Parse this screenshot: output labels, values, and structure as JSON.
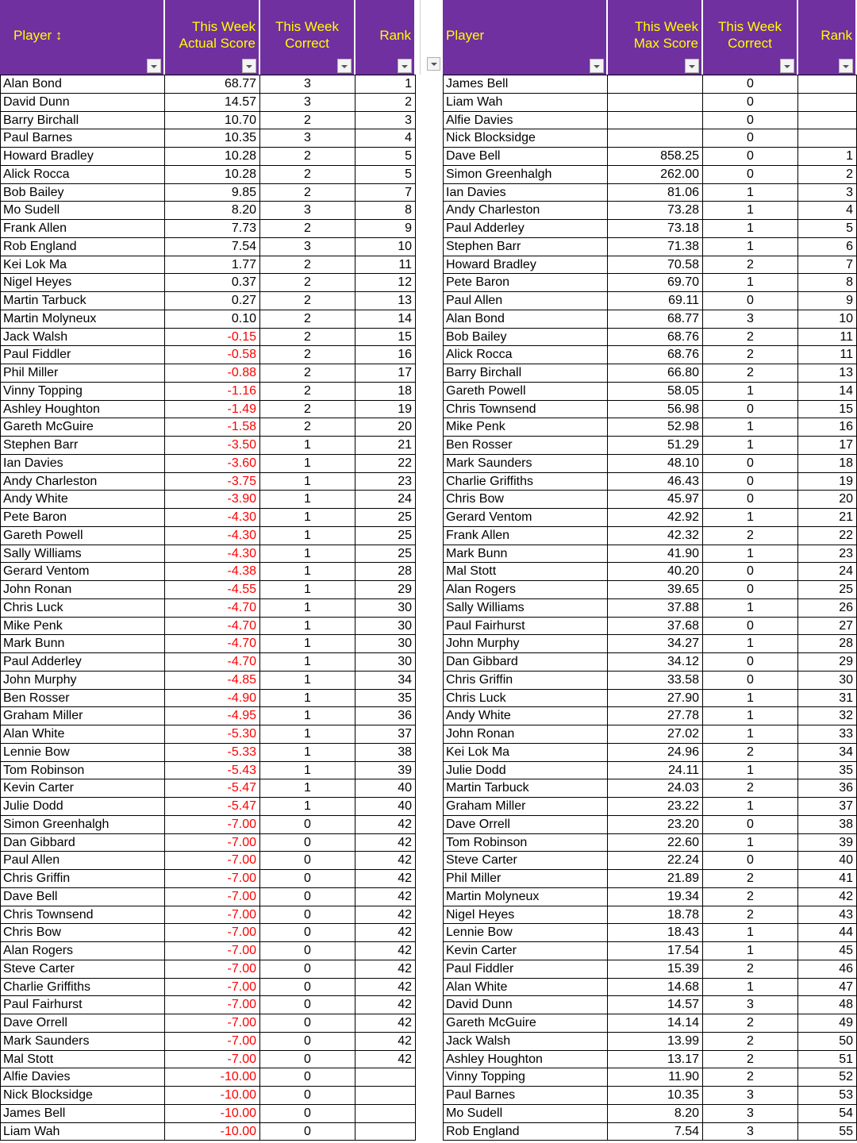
{
  "colors": {
    "header_bg": "#7030a0",
    "header_text": "#ffff00",
    "negative_text": "#ff0000",
    "grid": "#000000"
  },
  "icons": {
    "filter": "chevron-down-icon"
  },
  "left_table": {
    "headers": {
      "player": "Player ↕",
      "score": "This Week\nActual Score",
      "correct": "This Week\nCorrect",
      "rank": "Rank"
    },
    "rows": [
      [
        "Alan Bond",
        "68.77",
        "3",
        "1"
      ],
      [
        "David Dunn",
        "14.57",
        "3",
        "2"
      ],
      [
        "Barry Birchall",
        "10.70",
        "2",
        "3"
      ],
      [
        "Paul Barnes",
        "10.35",
        "3",
        "4"
      ],
      [
        "Howard Bradley",
        "10.28",
        "2",
        "5"
      ],
      [
        "Alick Rocca",
        "10.28",
        "2",
        "5"
      ],
      [
        "Bob Bailey",
        "9.85",
        "2",
        "7"
      ],
      [
        "Mo Sudell",
        "8.20",
        "3",
        "8"
      ],
      [
        "Frank Allen",
        "7.73",
        "2",
        "9"
      ],
      [
        "Rob England",
        "7.54",
        "3",
        "10"
      ],
      [
        "Kei Lok Ma",
        "1.77",
        "2",
        "11"
      ],
      [
        "Nigel Heyes",
        "0.37",
        "2",
        "12"
      ],
      [
        "Martin Tarbuck",
        "0.27",
        "2",
        "13"
      ],
      [
        "Martin Molyneux",
        "0.10",
        "2",
        "14"
      ],
      [
        "Jack Walsh",
        "-0.15",
        "2",
        "15"
      ],
      [
        "Paul Fiddler",
        "-0.58",
        "2",
        "16"
      ],
      [
        "Phil Miller",
        "-0.88",
        "2",
        "17"
      ],
      [
        "Vinny Topping",
        "-1.16",
        "2",
        "18"
      ],
      [
        "Ashley Houghton",
        "-1.49",
        "2",
        "19"
      ],
      [
        "Gareth McGuire",
        "-1.58",
        "2",
        "20"
      ],
      [
        "Stephen Barr",
        "-3.50",
        "1",
        "21"
      ],
      [
        "Ian Davies",
        "-3.60",
        "1",
        "22"
      ],
      [
        "Andy Charleston",
        "-3.75",
        "1",
        "23"
      ],
      [
        "Andy White",
        "-3.90",
        "1",
        "24"
      ],
      [
        "Pete Baron",
        "-4.30",
        "1",
        "25"
      ],
      [
        "Gareth Powell",
        "-4.30",
        "1",
        "25"
      ],
      [
        "Sally Williams",
        "-4.30",
        "1",
        "25"
      ],
      [
        "Gerard Ventom",
        "-4.38",
        "1",
        "28"
      ],
      [
        "John Ronan",
        "-4.55",
        "1",
        "29"
      ],
      [
        "Chris Luck",
        "-4.70",
        "1",
        "30"
      ],
      [
        "Mike Penk",
        "-4.70",
        "1",
        "30"
      ],
      [
        "Mark Bunn",
        "-4.70",
        "1",
        "30"
      ],
      [
        "Paul Adderley",
        "-4.70",
        "1",
        "30"
      ],
      [
        "John Murphy",
        "-4.85",
        "1",
        "34"
      ],
      [
        "Ben Rosser",
        "-4.90",
        "1",
        "35"
      ],
      [
        "Graham Miller",
        "-4.95",
        "1",
        "36"
      ],
      [
        "Alan White",
        "-5.30",
        "1",
        "37"
      ],
      [
        "Lennie Bow",
        "-5.33",
        "1",
        "38"
      ],
      [
        "Tom Robinson",
        "-5.43",
        "1",
        "39"
      ],
      [
        "Kevin Carter",
        "-5.47",
        "1",
        "40"
      ],
      [
        "Julie Dodd",
        "-5.47",
        "1",
        "40"
      ],
      [
        "Simon Greenhalgh",
        "-7.00",
        "0",
        "42"
      ],
      [
        "Dan Gibbard",
        "-7.00",
        "0",
        "42"
      ],
      [
        "Paul Allen",
        "-7.00",
        "0",
        "42"
      ],
      [
        "Chris Griffin",
        "-7.00",
        "0",
        "42"
      ],
      [
        "Dave Bell",
        "-7.00",
        "0",
        "42"
      ],
      [
        "Chris Townsend",
        "-7.00",
        "0",
        "42"
      ],
      [
        "Chris Bow",
        "-7.00",
        "0",
        "42"
      ],
      [
        "Alan Rogers",
        "-7.00",
        "0",
        "42"
      ],
      [
        "Steve Carter",
        "-7.00",
        "0",
        "42"
      ],
      [
        "Charlie Griffiths",
        "-7.00",
        "0",
        "42"
      ],
      [
        "Paul Fairhurst",
        "-7.00",
        "0",
        "42"
      ],
      [
        "Dave Orrell",
        "-7.00",
        "0",
        "42"
      ],
      [
        "Mark Saunders",
        "-7.00",
        "0",
        "42"
      ],
      [
        "Mal Stott",
        "-7.00",
        "0",
        "42"
      ],
      [
        "Alfie Davies",
        "-10.00",
        "0",
        ""
      ],
      [
        "Nick Blocksidge",
        "-10.00",
        "0",
        ""
      ],
      [
        "James Bell",
        "-10.00",
        "0",
        ""
      ],
      [
        "Liam Wah",
        "-10.00",
        "0",
        ""
      ]
    ]
  },
  "right_table": {
    "headers": {
      "player": "Player",
      "score": "This Week\nMax Score",
      "correct": "This Week\nCorrect",
      "rank": "Rank"
    },
    "rows": [
      [
        "James Bell",
        "",
        "0",
        ""
      ],
      [
        "Liam Wah",
        "",
        "0",
        ""
      ],
      [
        "Alfie Davies",
        "",
        "0",
        ""
      ],
      [
        "Nick Blocksidge",
        "",
        "0",
        ""
      ],
      [
        "Dave Bell",
        "858.25",
        "0",
        "1"
      ],
      [
        "Simon Greenhalgh",
        "262.00",
        "0",
        "2"
      ],
      [
        "Ian Davies",
        "81.06",
        "1",
        "3"
      ],
      [
        "Andy Charleston",
        "73.28",
        "1",
        "4"
      ],
      [
        "Paul Adderley",
        "73.18",
        "1",
        "5"
      ],
      [
        "Stephen Barr",
        "71.38",
        "1",
        "6"
      ],
      [
        "Howard Bradley",
        "70.58",
        "2",
        "7"
      ],
      [
        "Pete Baron",
        "69.70",
        "1",
        "8"
      ],
      [
        "Paul Allen",
        "69.11",
        "0",
        "9"
      ],
      [
        "Alan Bond",
        "68.77",
        "3",
        "10"
      ],
      [
        "Bob Bailey",
        "68.76",
        "2",
        "11"
      ],
      [
        "Alick Rocca",
        "68.76",
        "2",
        "11"
      ],
      [
        "Barry Birchall",
        "66.80",
        "2",
        "13"
      ],
      [
        "Gareth Powell",
        "58.05",
        "1",
        "14"
      ],
      [
        "Chris Townsend",
        "56.98",
        "0",
        "15"
      ],
      [
        "Mike Penk",
        "52.98",
        "1",
        "16"
      ],
      [
        "Ben Rosser",
        "51.29",
        "1",
        "17"
      ],
      [
        "Mark Saunders",
        "48.10",
        "0",
        "18"
      ],
      [
        "Charlie Griffiths",
        "46.43",
        "0",
        "19"
      ],
      [
        "Chris Bow",
        "45.97",
        "0",
        "20"
      ],
      [
        "Gerard Ventom",
        "42.92",
        "1",
        "21"
      ],
      [
        "Frank Allen",
        "42.32",
        "2",
        "22"
      ],
      [
        "Mark Bunn",
        "41.90",
        "1",
        "23"
      ],
      [
        "Mal Stott",
        "40.20",
        "0",
        "24"
      ],
      [
        "Alan Rogers",
        "39.65",
        "0",
        "25"
      ],
      [
        "Sally Williams",
        "37.88",
        "1",
        "26"
      ],
      [
        "Paul Fairhurst",
        "37.68",
        "0",
        "27"
      ],
      [
        "John Murphy",
        "34.27",
        "1",
        "28"
      ],
      [
        "Dan Gibbard",
        "34.12",
        "0",
        "29"
      ],
      [
        "Chris Griffin",
        "33.58",
        "0",
        "30"
      ],
      [
        "Chris Luck",
        "27.90",
        "1",
        "31"
      ],
      [
        "Andy White",
        "27.78",
        "1",
        "32"
      ],
      [
        "John Ronan",
        "27.02",
        "1",
        "33"
      ],
      [
        "Kei Lok Ma",
        "24.96",
        "2",
        "34"
      ],
      [
        "Julie Dodd",
        "24.11",
        "1",
        "35"
      ],
      [
        "Martin Tarbuck",
        "24.03",
        "2",
        "36"
      ],
      [
        "Graham Miller",
        "23.22",
        "1",
        "37"
      ],
      [
        "Dave Orrell",
        "23.20",
        "0",
        "38"
      ],
      [
        "Tom Robinson",
        "22.60",
        "1",
        "39"
      ],
      [
        "Steve Carter",
        "22.24",
        "0",
        "40"
      ],
      [
        "Phil Miller",
        "21.89",
        "2",
        "41"
      ],
      [
        "Martin Molyneux",
        "19.34",
        "2",
        "42"
      ],
      [
        "Nigel Heyes",
        "18.78",
        "2",
        "43"
      ],
      [
        "Lennie Bow",
        "18.43",
        "1",
        "44"
      ],
      [
        "Kevin Carter",
        "17.54",
        "1",
        "45"
      ],
      [
        "Paul Fiddler",
        "15.39",
        "2",
        "46"
      ],
      [
        "Alan White",
        "14.68",
        "1",
        "47"
      ],
      [
        "David Dunn",
        "14.57",
        "3",
        "48"
      ],
      [
        "Gareth McGuire",
        "14.14",
        "2",
        "49"
      ],
      [
        "Jack Walsh",
        "13.99",
        "2",
        "50"
      ],
      [
        "Ashley Houghton",
        "13.17",
        "2",
        "51"
      ],
      [
        "Vinny Topping",
        "11.90",
        "2",
        "52"
      ],
      [
        "Paul Barnes",
        "10.35",
        "3",
        "53"
      ],
      [
        "Mo Sudell",
        "8.20",
        "3",
        "54"
      ],
      [
        "Rob England",
        "7.54",
        "3",
        "55"
      ]
    ]
  }
}
